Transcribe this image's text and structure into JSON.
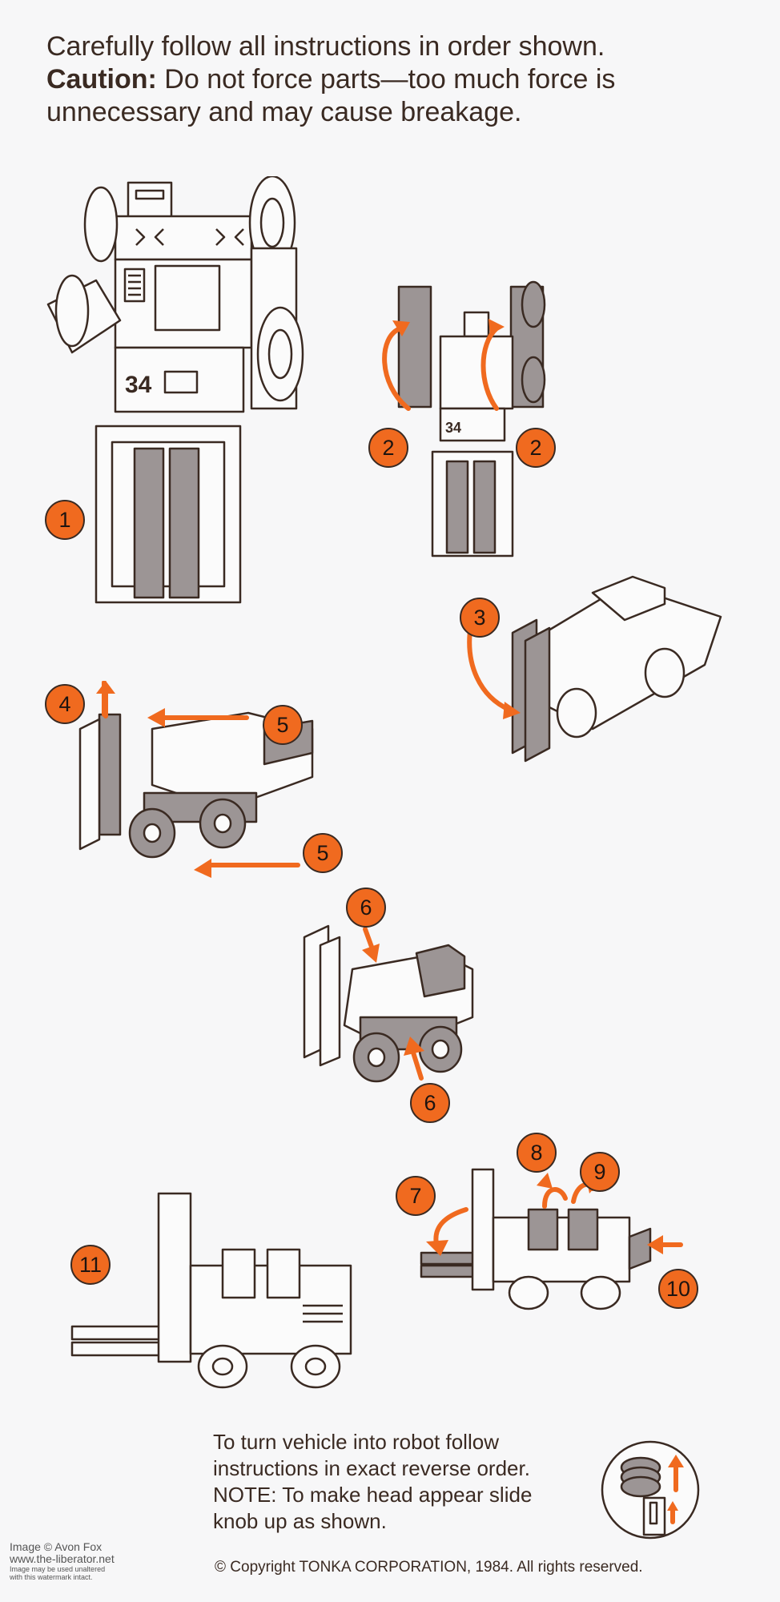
{
  "header": {
    "line1": "Carefully follow all instructions in order shown.",
    "caution_label": "Caution:",
    "caution_text": " Do not force parts—too much force is unnecessary and may cause breakage."
  },
  "steps": {
    "s1": "1",
    "s2": "2",
    "s3": "3",
    "s4": "4",
    "s5": "5",
    "s6": "6",
    "s7": "7",
    "s8": "8",
    "s9": "9",
    "s10": "10",
    "s11": "11"
  },
  "robot": {
    "number": "34"
  },
  "footer": {
    "reverse_line1": "To turn vehicle into robot follow",
    "reverse_line2": "instructions in exact reverse order.",
    "reverse_line3": "NOTE: To make head appear slide",
    "reverse_line4": "knob up as shown.",
    "copyright": "© Copyright TONKA CORPORATION, 1984. All rights reserved."
  },
  "watermark": {
    "line1": "Image © Avon Fox",
    "line2": "www.the-liberator.net",
    "line3": "Image may be used unaltered",
    "line4": "with this watermark intact."
  },
  "colors": {
    "accent": "#f06a1f",
    "ink": "#3a2a22",
    "paper": "#f7f7f8"
  }
}
